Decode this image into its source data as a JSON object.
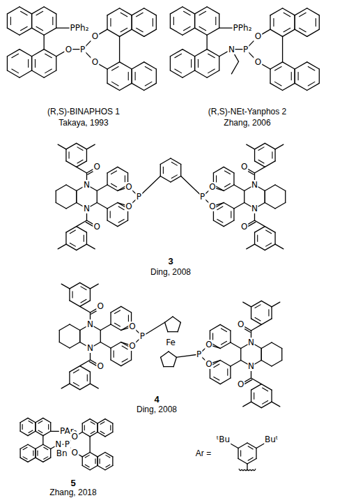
{
  "diagram": {
    "labels": [
      "PPh₂",
      "O",
      "P",
      "O",
      "O",
      "(R,S)-BINAPHOS 1",
      "Takaya, 1993",
      "PPh₂",
      "N",
      "P",
      "O",
      "O",
      "(R,S)-NEt-Yanphos 2",
      "Zhang, 2006",
      "N",
      "N",
      "O",
      "O",
      "O",
      "O",
      "P",
      "N",
      "N",
      "O",
      "O",
      "O",
      "O",
      "P",
      "3",
      "Ding, 2008",
      "N",
      "N",
      "O",
      "O",
      "O",
      "O",
      "P",
      "Fe",
      "N",
      "N",
      "O",
      "O",
      "O",
      "O",
      "P",
      "4",
      "Ding, 2008",
      "PAr₂",
      "N",
      "P",
      "O",
      "O",
      "Bn",
      "5",
      "Zhang, 2018",
      "Ar =",
      "ᵗBu",
      "Buᵗ"
    ]
  }
}
